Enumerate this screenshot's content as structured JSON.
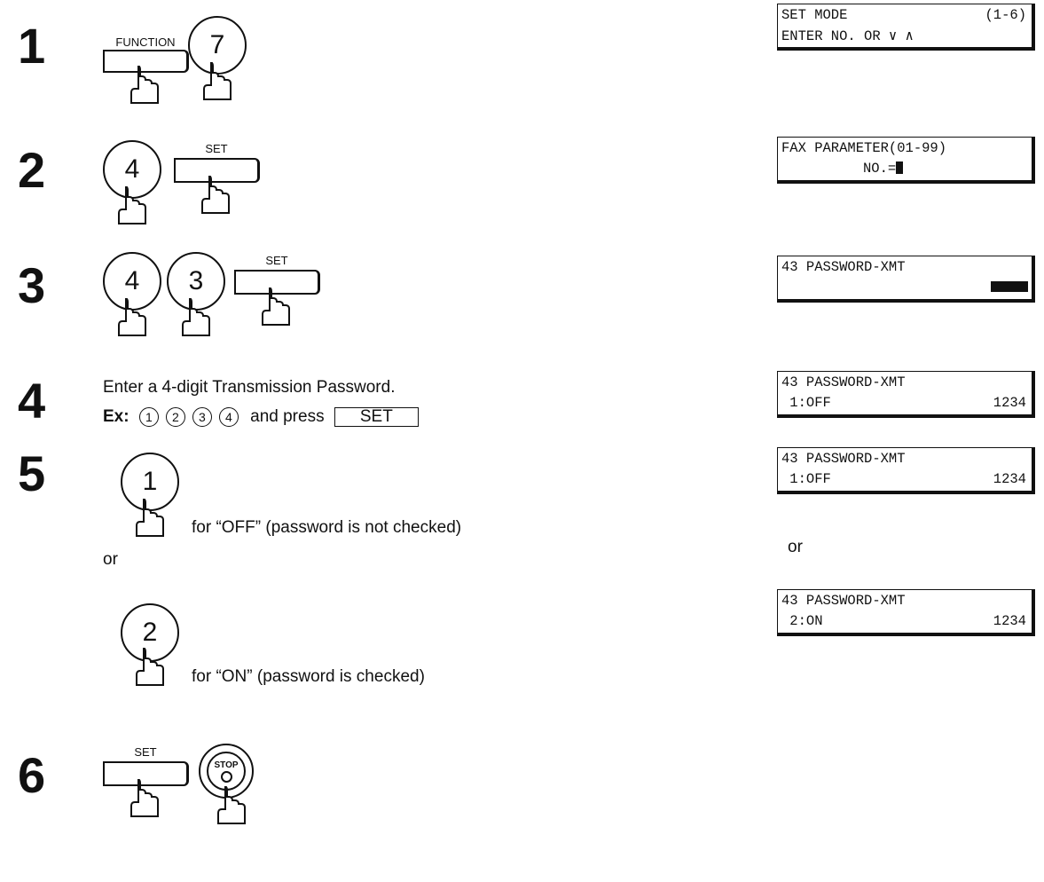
{
  "steps": [
    {
      "num": "1"
    },
    {
      "num": "2"
    },
    {
      "num": "3"
    },
    {
      "num": "4",
      "text": "Enter a 4-digit Transmission Password.",
      "example_label": "Ex:",
      "example_digits": [
        "1",
        "2",
        "3",
        "4"
      ],
      "example_suffix": "and press",
      "example_key": "SET"
    },
    {
      "num": "5",
      "option1_text": "for “OFF” (password is not checked)",
      "or_text": "or",
      "option2_text": "for “ON” (password is checked)"
    },
    {
      "num": "6"
    }
  ],
  "keys": {
    "function": "FUNCTION",
    "set": "SET",
    "stop": "STOP",
    "d7": "7",
    "d4": "4",
    "d3": "3",
    "d1": "1",
    "d2": "2"
  },
  "displays": {
    "d1": {
      "line1_left": "SET MODE",
      "line1_right": "(1-6)",
      "line2": "ENTER NO. OR ∨ ∧"
    },
    "d2": {
      "line1": "FAX PARAMETER(01-99)",
      "line2": "NO.="
    },
    "d3": {
      "line1": "43 PASSWORD-XMT"
    },
    "d4": {
      "line1": "43 PASSWORD-XMT",
      "line2_left": " 1:OFF",
      "line2_right": "1234"
    },
    "d5": {
      "line1": "43 PASSWORD-XMT",
      "line2_left": " 1:OFF",
      "line2_right": "1234"
    },
    "or_label": "or",
    "d6": {
      "line1": "43 PASSWORD-XMT",
      "line2_left": " 2:ON",
      "line2_right": "1234"
    }
  }
}
